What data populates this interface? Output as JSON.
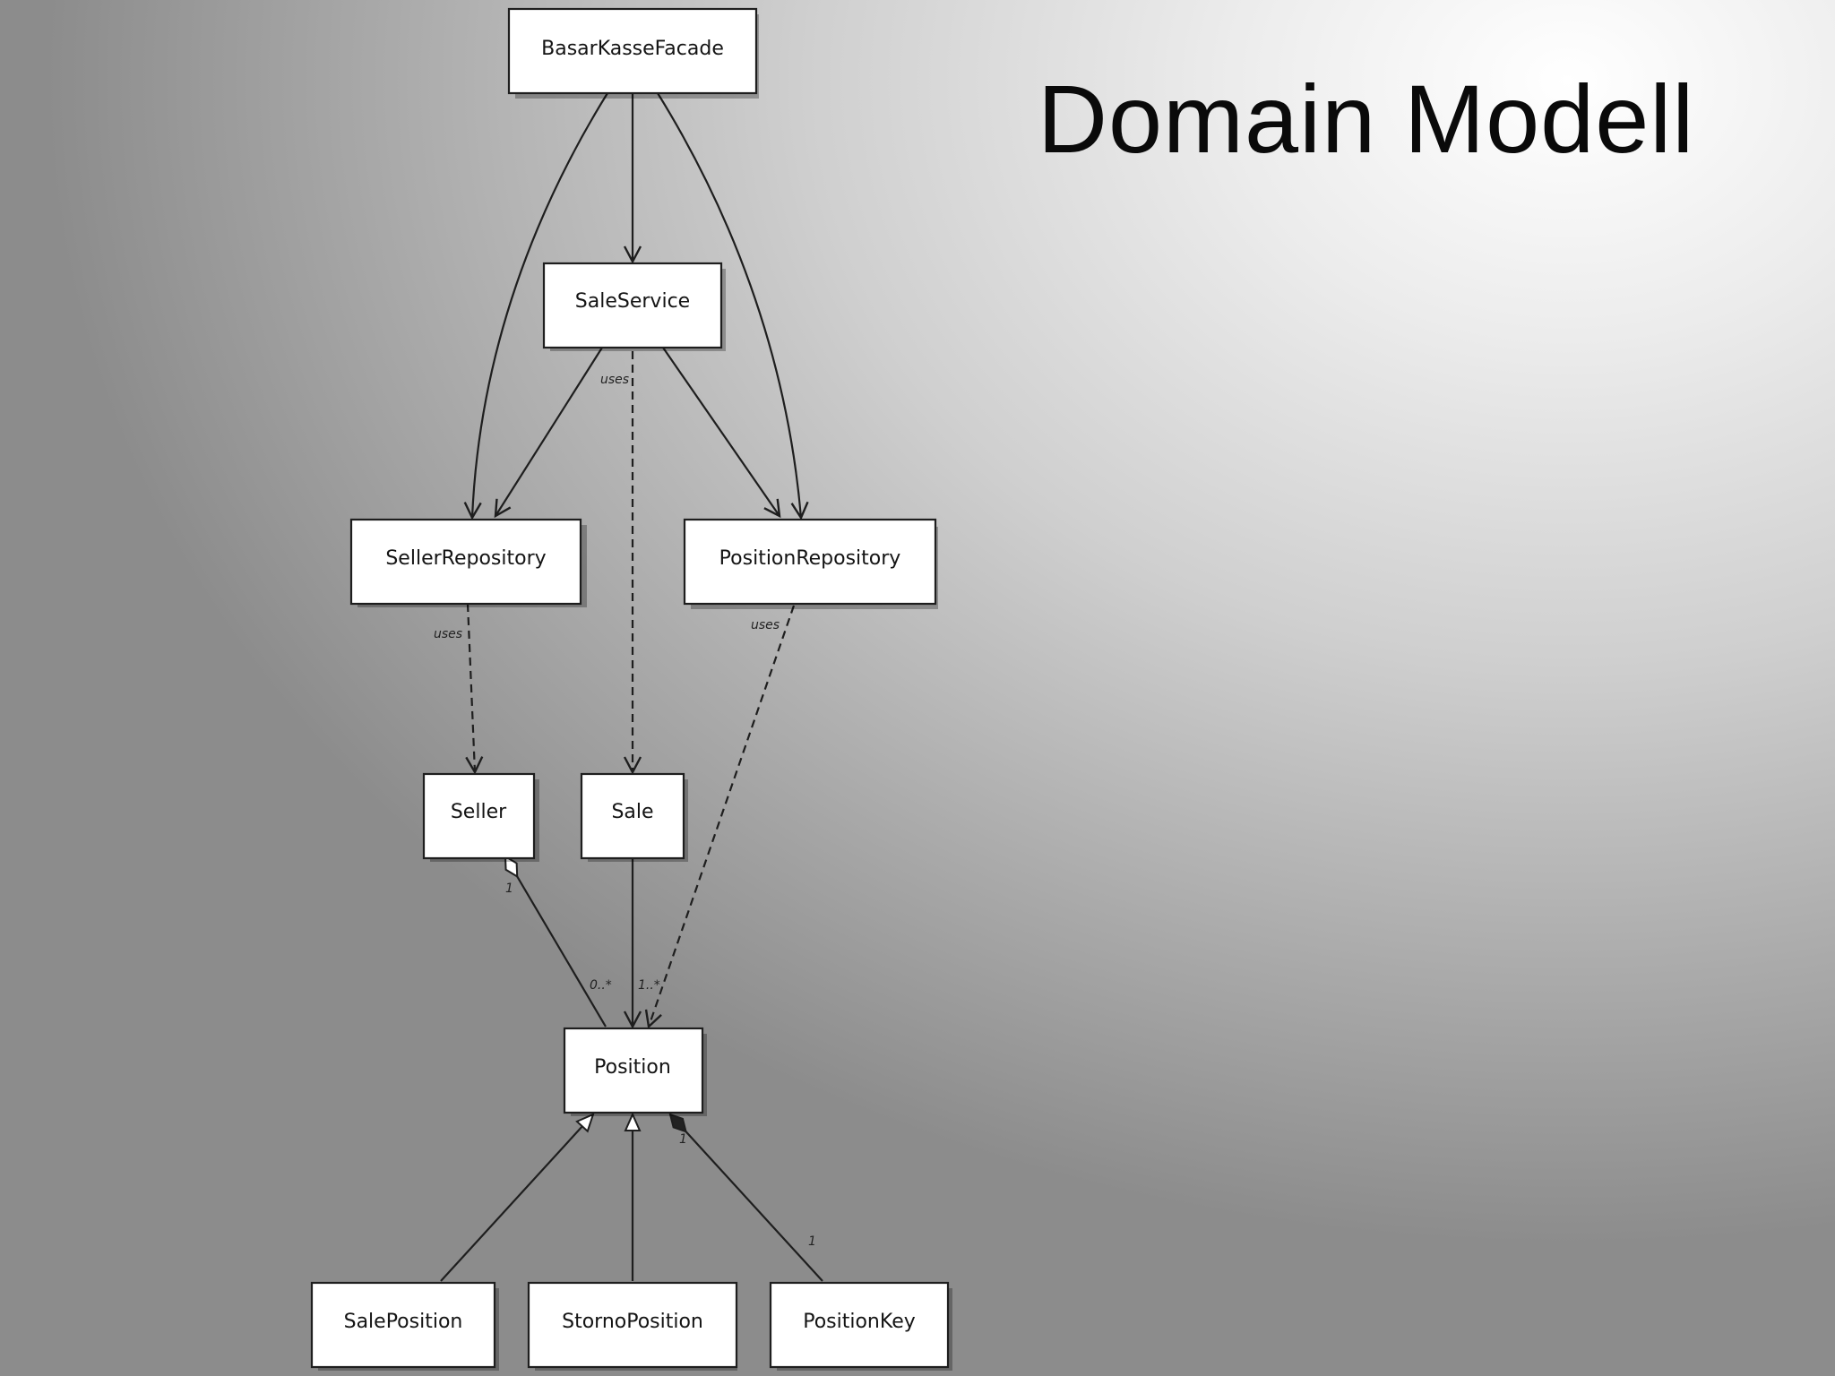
{
  "slide": {
    "title": "Domain Modell"
  },
  "classes": {
    "facade": "BasarKasseFacade",
    "sale_service": "SaleService",
    "seller_repository": "SellerRepository",
    "position_repository": "PositionRepository",
    "seller": "Seller",
    "sale": "Sale",
    "position": "Position",
    "sale_position": "SalePosition",
    "storno_position": "StornoPosition",
    "position_key": "PositionKey"
  },
  "relation_labels": {
    "uses": "uses",
    "seller_end": "1",
    "seller_position_mult": "0..*",
    "sale_position_mult": "1..*",
    "composition_position_end": "1",
    "composition_key_end": "1"
  }
}
